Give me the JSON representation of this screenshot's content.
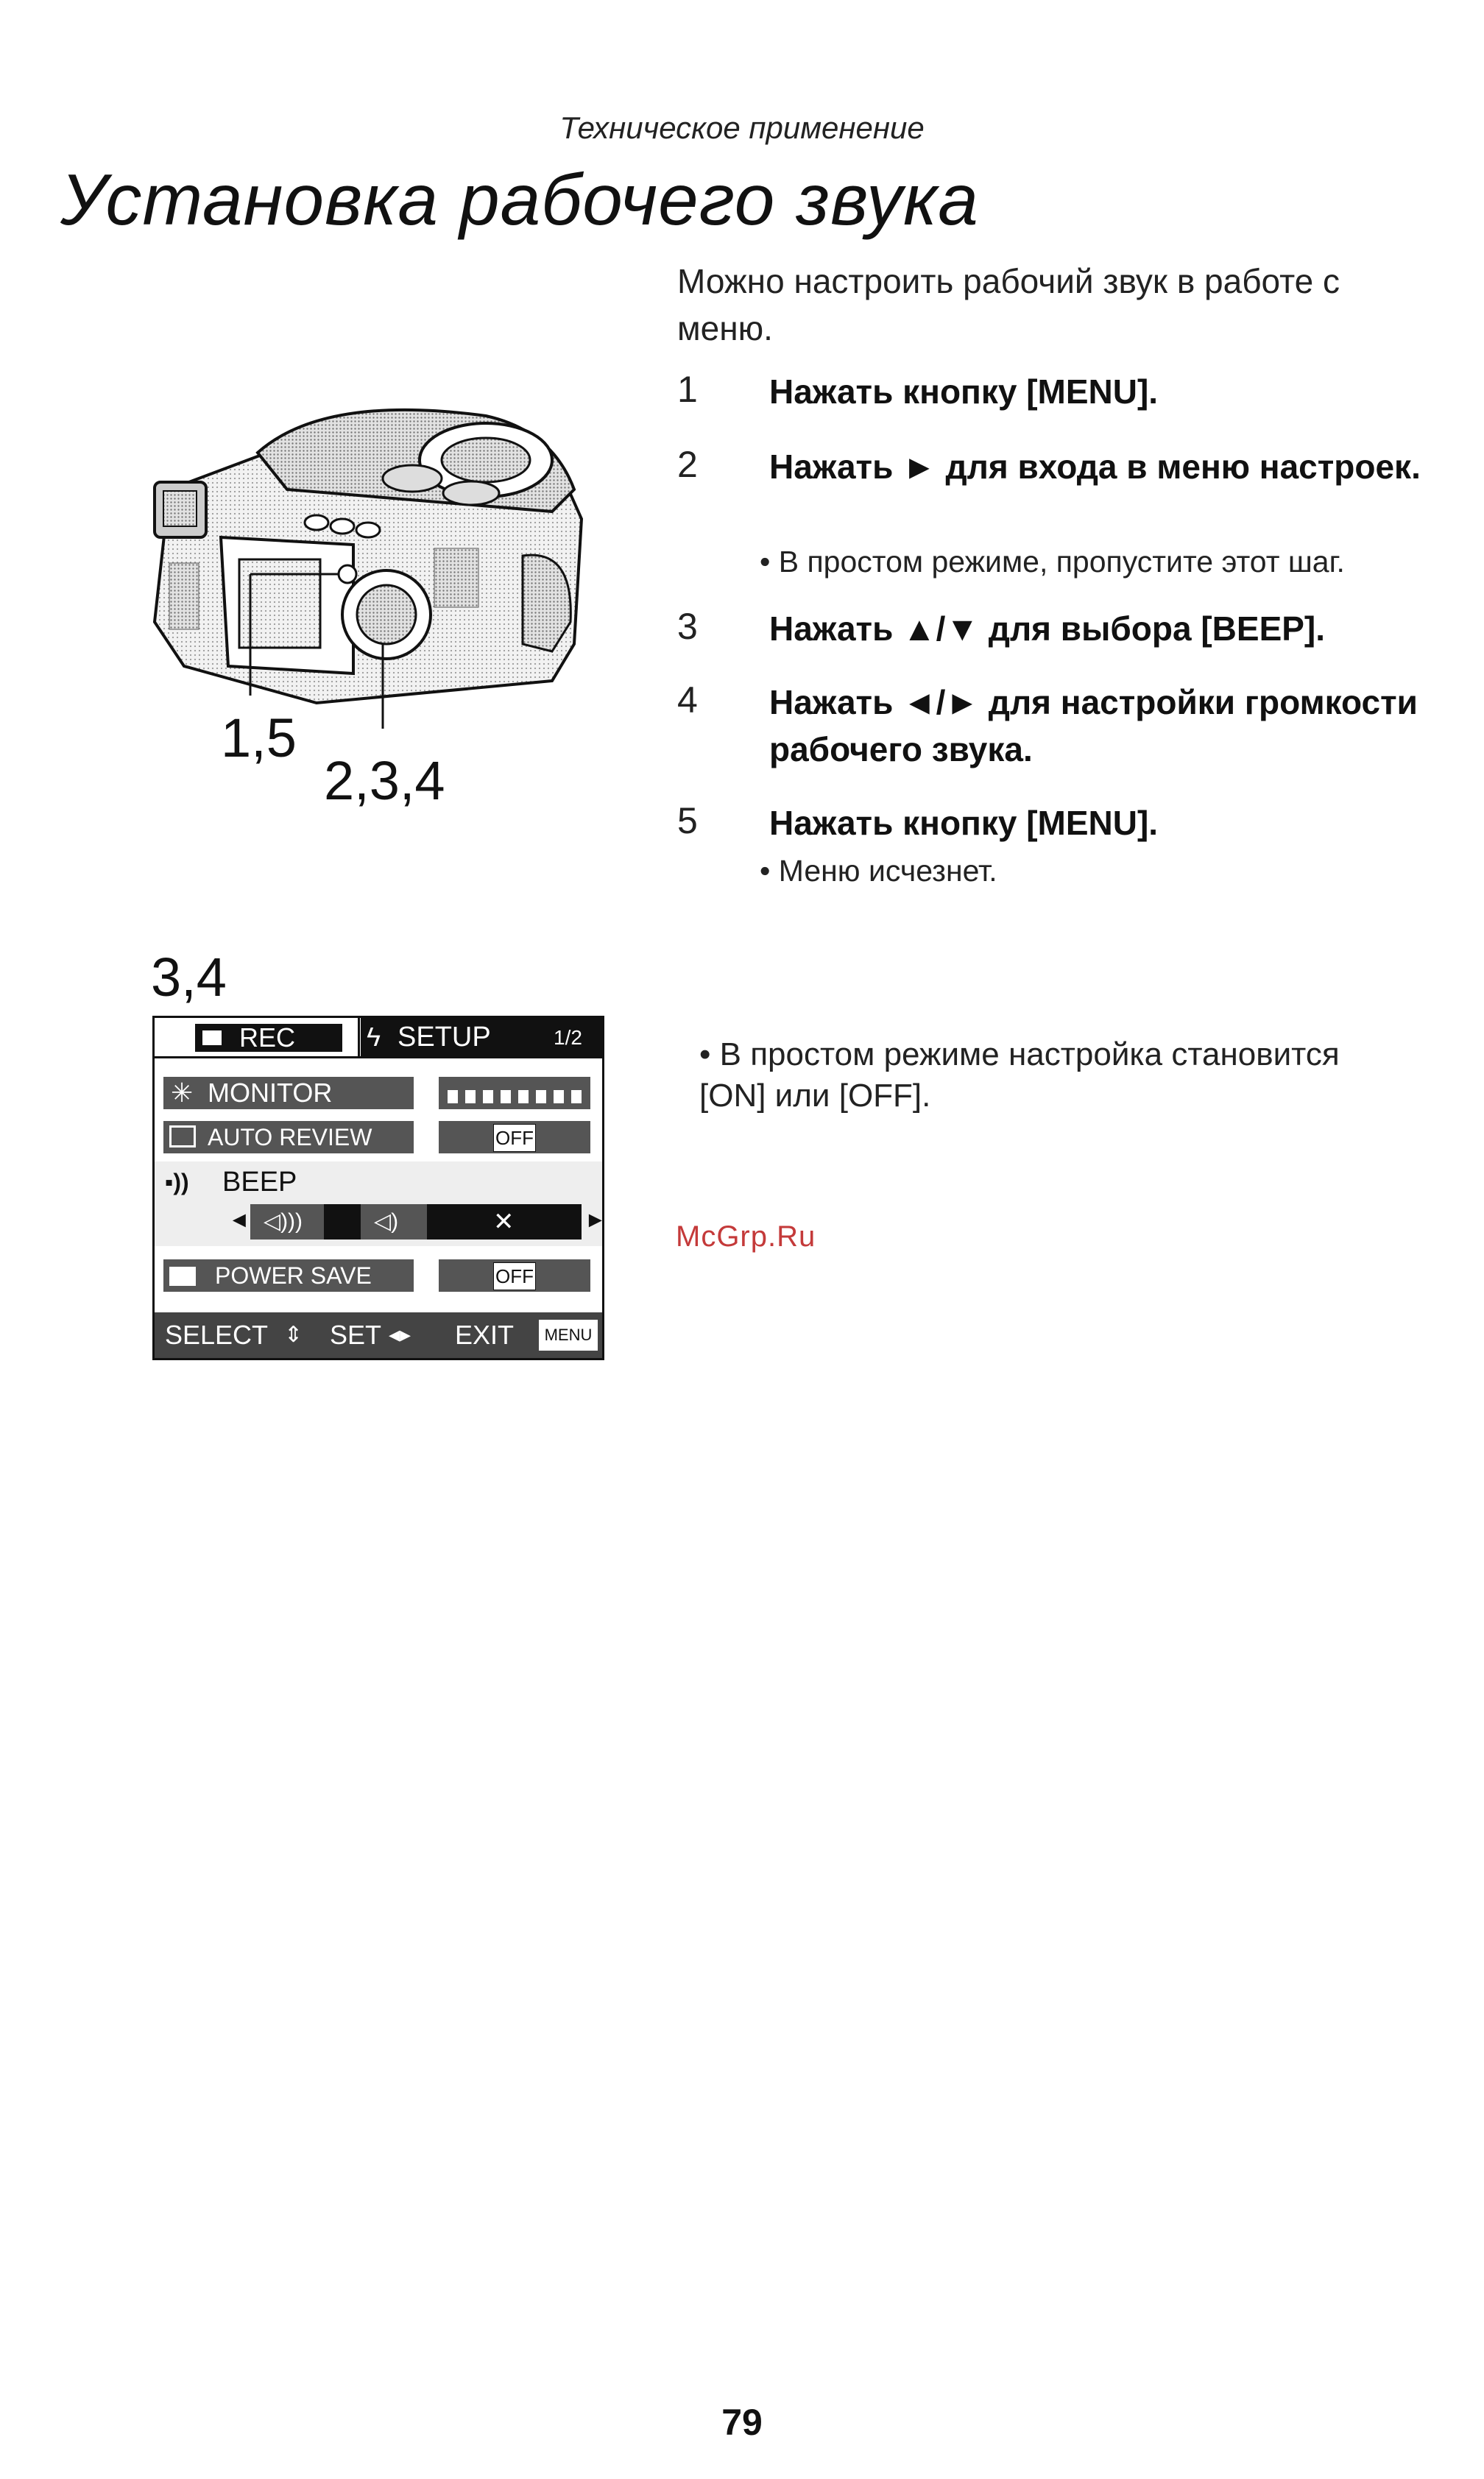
{
  "header": {
    "section": "Техническое применение"
  },
  "title": "Установка рабочего звука",
  "intro": "Можно настроить рабочий звук в работе с меню.",
  "steps": [
    {
      "num": "1",
      "text": "Нажать кнопку [MENU]."
    },
    {
      "num": "2",
      "text": "Нажать ► для входа в меню настроек.",
      "note": "• В простом режиме, пропустите этот шаг."
    },
    {
      "num": "3",
      "text": "Нажать ▲/▼ для выбора [BEEP]."
    },
    {
      "num": "4",
      "text": "Нажать ◄/► для настройки громкости рабочего звука."
    },
    {
      "num": "5",
      "text": "Нажать кнопку [MENU].",
      "note": "• Меню исчезнет."
    }
  ],
  "camera_figure": {
    "callout_left": "1,5",
    "callout_right": "2,3,4"
  },
  "screen_figure": {
    "label": "3,4",
    "tab_rec": "REC",
    "tab_setup": "SETUP",
    "page": "1/2",
    "monitor": "MONITOR",
    "auto_review": "AUTO REVIEW",
    "auto_review_value": "OFF",
    "beep": "BEEP",
    "power_save": "POWER SAVE",
    "power_save_value": "OFF",
    "select": "SELECT",
    "set": "SET",
    "exit": "EXIT",
    "menu": "MENU"
  },
  "simple_mode_note": "• В простом режиме настройка становится [ON] или [OFF].",
  "watermark": "McGrp.Ru",
  "page_number": "79",
  "colors": {
    "ink": "#111111",
    "watermark": "#c43a3a",
    "menu_pill": "#555555"
  }
}
